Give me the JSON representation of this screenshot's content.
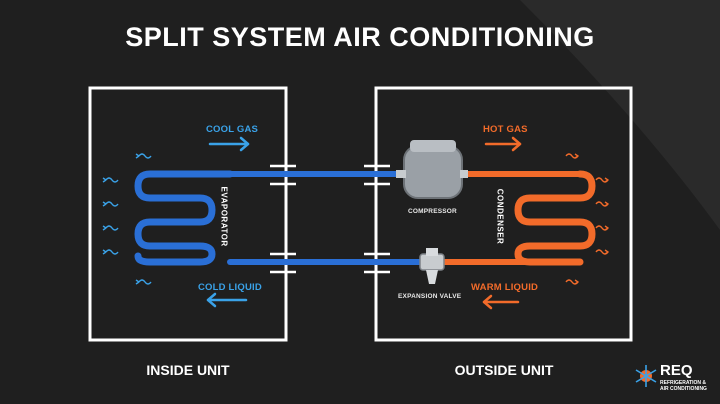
{
  "title": "SPLIT SYSTEM AIR CONDITIONING",
  "units": {
    "inside": "INSIDE UNIT",
    "outside": "OUTSIDE UNIT"
  },
  "flows": {
    "cool_gas": "COOL GAS",
    "hot_gas": "HOT GAS",
    "cold_liquid": "COLD LIQUID",
    "warm_liquid": "WARM LIQUID"
  },
  "components": {
    "evaporator": "EVAPORATOR",
    "condenser": "CONDENSER",
    "compressor": "COMPRESSOR",
    "expansion_valve": "EXPANSION VALVE"
  },
  "logo": {
    "name": "REQ",
    "line1": "REFRIGERATION &",
    "line2": "AIR CONDITIONING"
  },
  "colors": {
    "cold": "#2a6fd6",
    "hot": "#f26b2a",
    "box": "#ffffff",
    "background": "#1f1f1f"
  },
  "icons": [
    "air-flow-icon",
    "arrow-right-icon",
    "arrow-left-icon",
    "compressor-icon",
    "expansion-valve-icon",
    "snowflake-logo-icon"
  ]
}
